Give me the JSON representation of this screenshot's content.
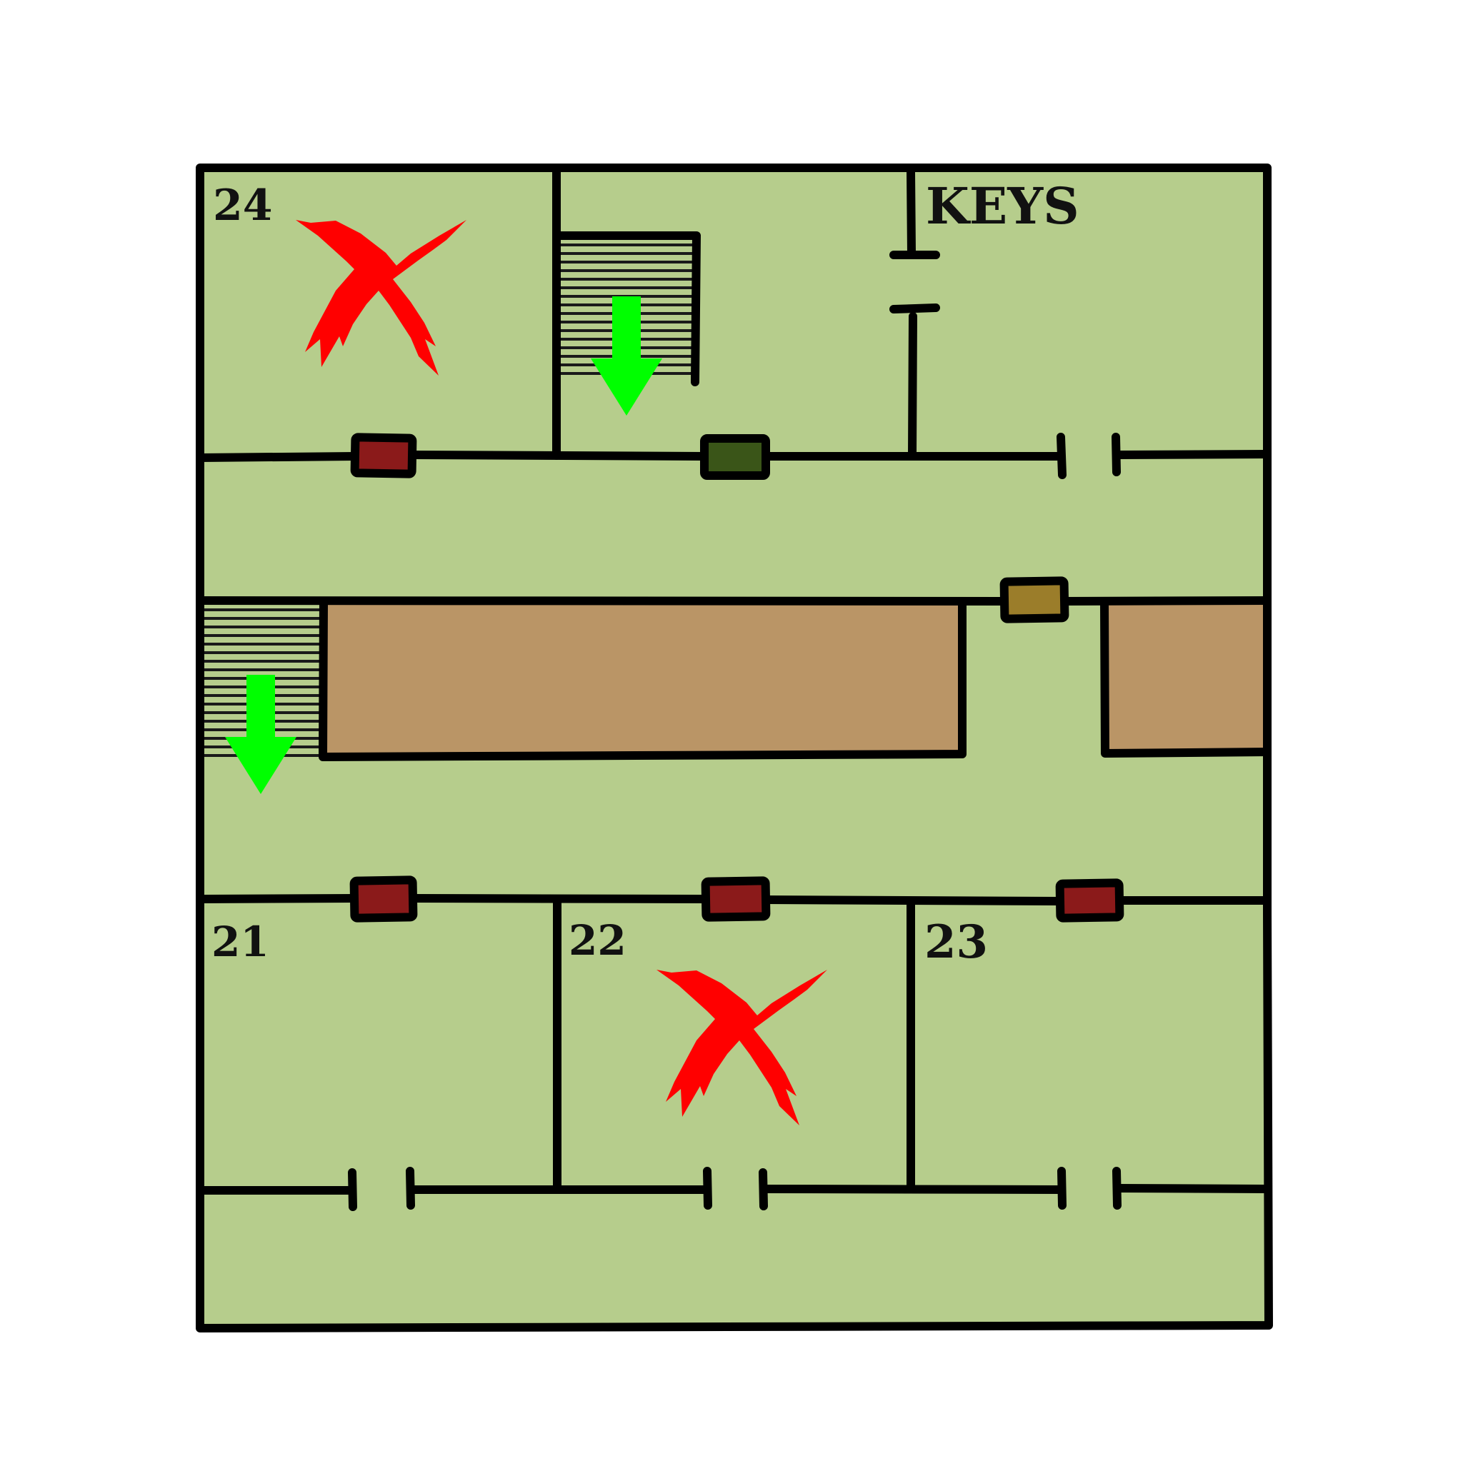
{
  "map": {
    "floor_color": "#b6cd8c",
    "counter_color": "#ba9566",
    "wall_color": "#000000",
    "stair_line_color": "#1a1a1a",
    "rooms": [
      {
        "id": "room-24",
        "label": "24",
        "status": "blocked"
      },
      {
        "id": "room-keys",
        "label": "KEYS",
        "status": "open"
      },
      {
        "id": "room-21",
        "label": "21",
        "status": "open"
      },
      {
        "id": "room-22",
        "label": "22",
        "status": "blocked"
      },
      {
        "id": "room-23",
        "label": "23",
        "status": "open"
      }
    ],
    "doors": [
      {
        "id": "door-room-24",
        "state": "locked",
        "color": "#8b1a1a"
      },
      {
        "id": "door-stair-room",
        "state": "unlocked",
        "color": "#3a5518"
      },
      {
        "id": "door-corridor-east",
        "state": "key-required",
        "color": "#9b7d2a"
      },
      {
        "id": "door-room-21",
        "state": "locked",
        "color": "#8b1a1a"
      },
      {
        "id": "door-room-22",
        "state": "locked",
        "color": "#8b1a1a"
      },
      {
        "id": "door-room-23",
        "state": "locked",
        "color": "#8b1a1a"
      }
    ],
    "stairs": [
      {
        "id": "stairs-north",
        "direction": "down",
        "arrow_color": "#00ff00"
      },
      {
        "id": "stairs-west",
        "direction": "down",
        "arrow_color": "#00ff00"
      }
    ],
    "markers": [
      {
        "id": "blocked-marker-room-24",
        "icon": "red-x-icon",
        "color": "#ff0000"
      },
      {
        "id": "blocked-marker-room-22",
        "icon": "red-x-icon",
        "color": "#ff0000"
      }
    ]
  }
}
